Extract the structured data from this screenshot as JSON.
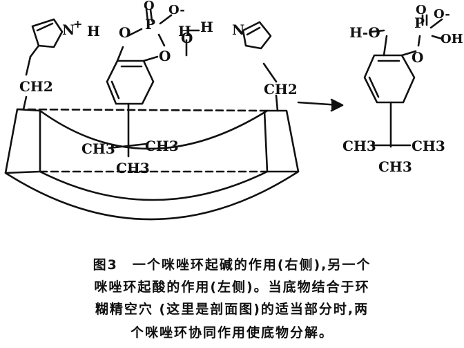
{
  "figure": {
    "left_imidazole": {
      "n_label": "N",
      "plus": "+",
      "h": "H",
      "ch2": "CH2"
    },
    "right_imidazole": {
      "n_label": "N",
      "ch2": "CH2"
    },
    "substrate": {
      "phosphate": {
        "p": "P",
        "o_top": "O",
        "o_minus": "O-",
        "o_ring_left": "O",
        "o_ring_right": "O"
      },
      "water": {
        "h1": "H",
        "o": "O",
        "h2": "H"
      },
      "tbutyl": {
        "ch3_left": "CH3",
        "ch3_right": "CH3",
        "ch3_bottom": "CH3"
      }
    },
    "product": {
      "ho": "H-O",
      "p": "P",
      "o_top": "O",
      "o_minus": "O-",
      "oh": "OH",
      "o_ester": "O",
      "ch3_left": "CH3",
      "ch3_right": "CH3",
      "ch3_bottom": "CH3"
    }
  },
  "caption": {
    "line1": "图3　一个咪唑环起碱的作用(右侧),另一个",
    "line2": "咪唑环起酸的作用(左侧)。当底物结合于环",
    "line3": "糊精空穴 (这里是剖面图)的适当部分时,两",
    "line4": "个咪唑环协同作用使底物分解。"
  }
}
